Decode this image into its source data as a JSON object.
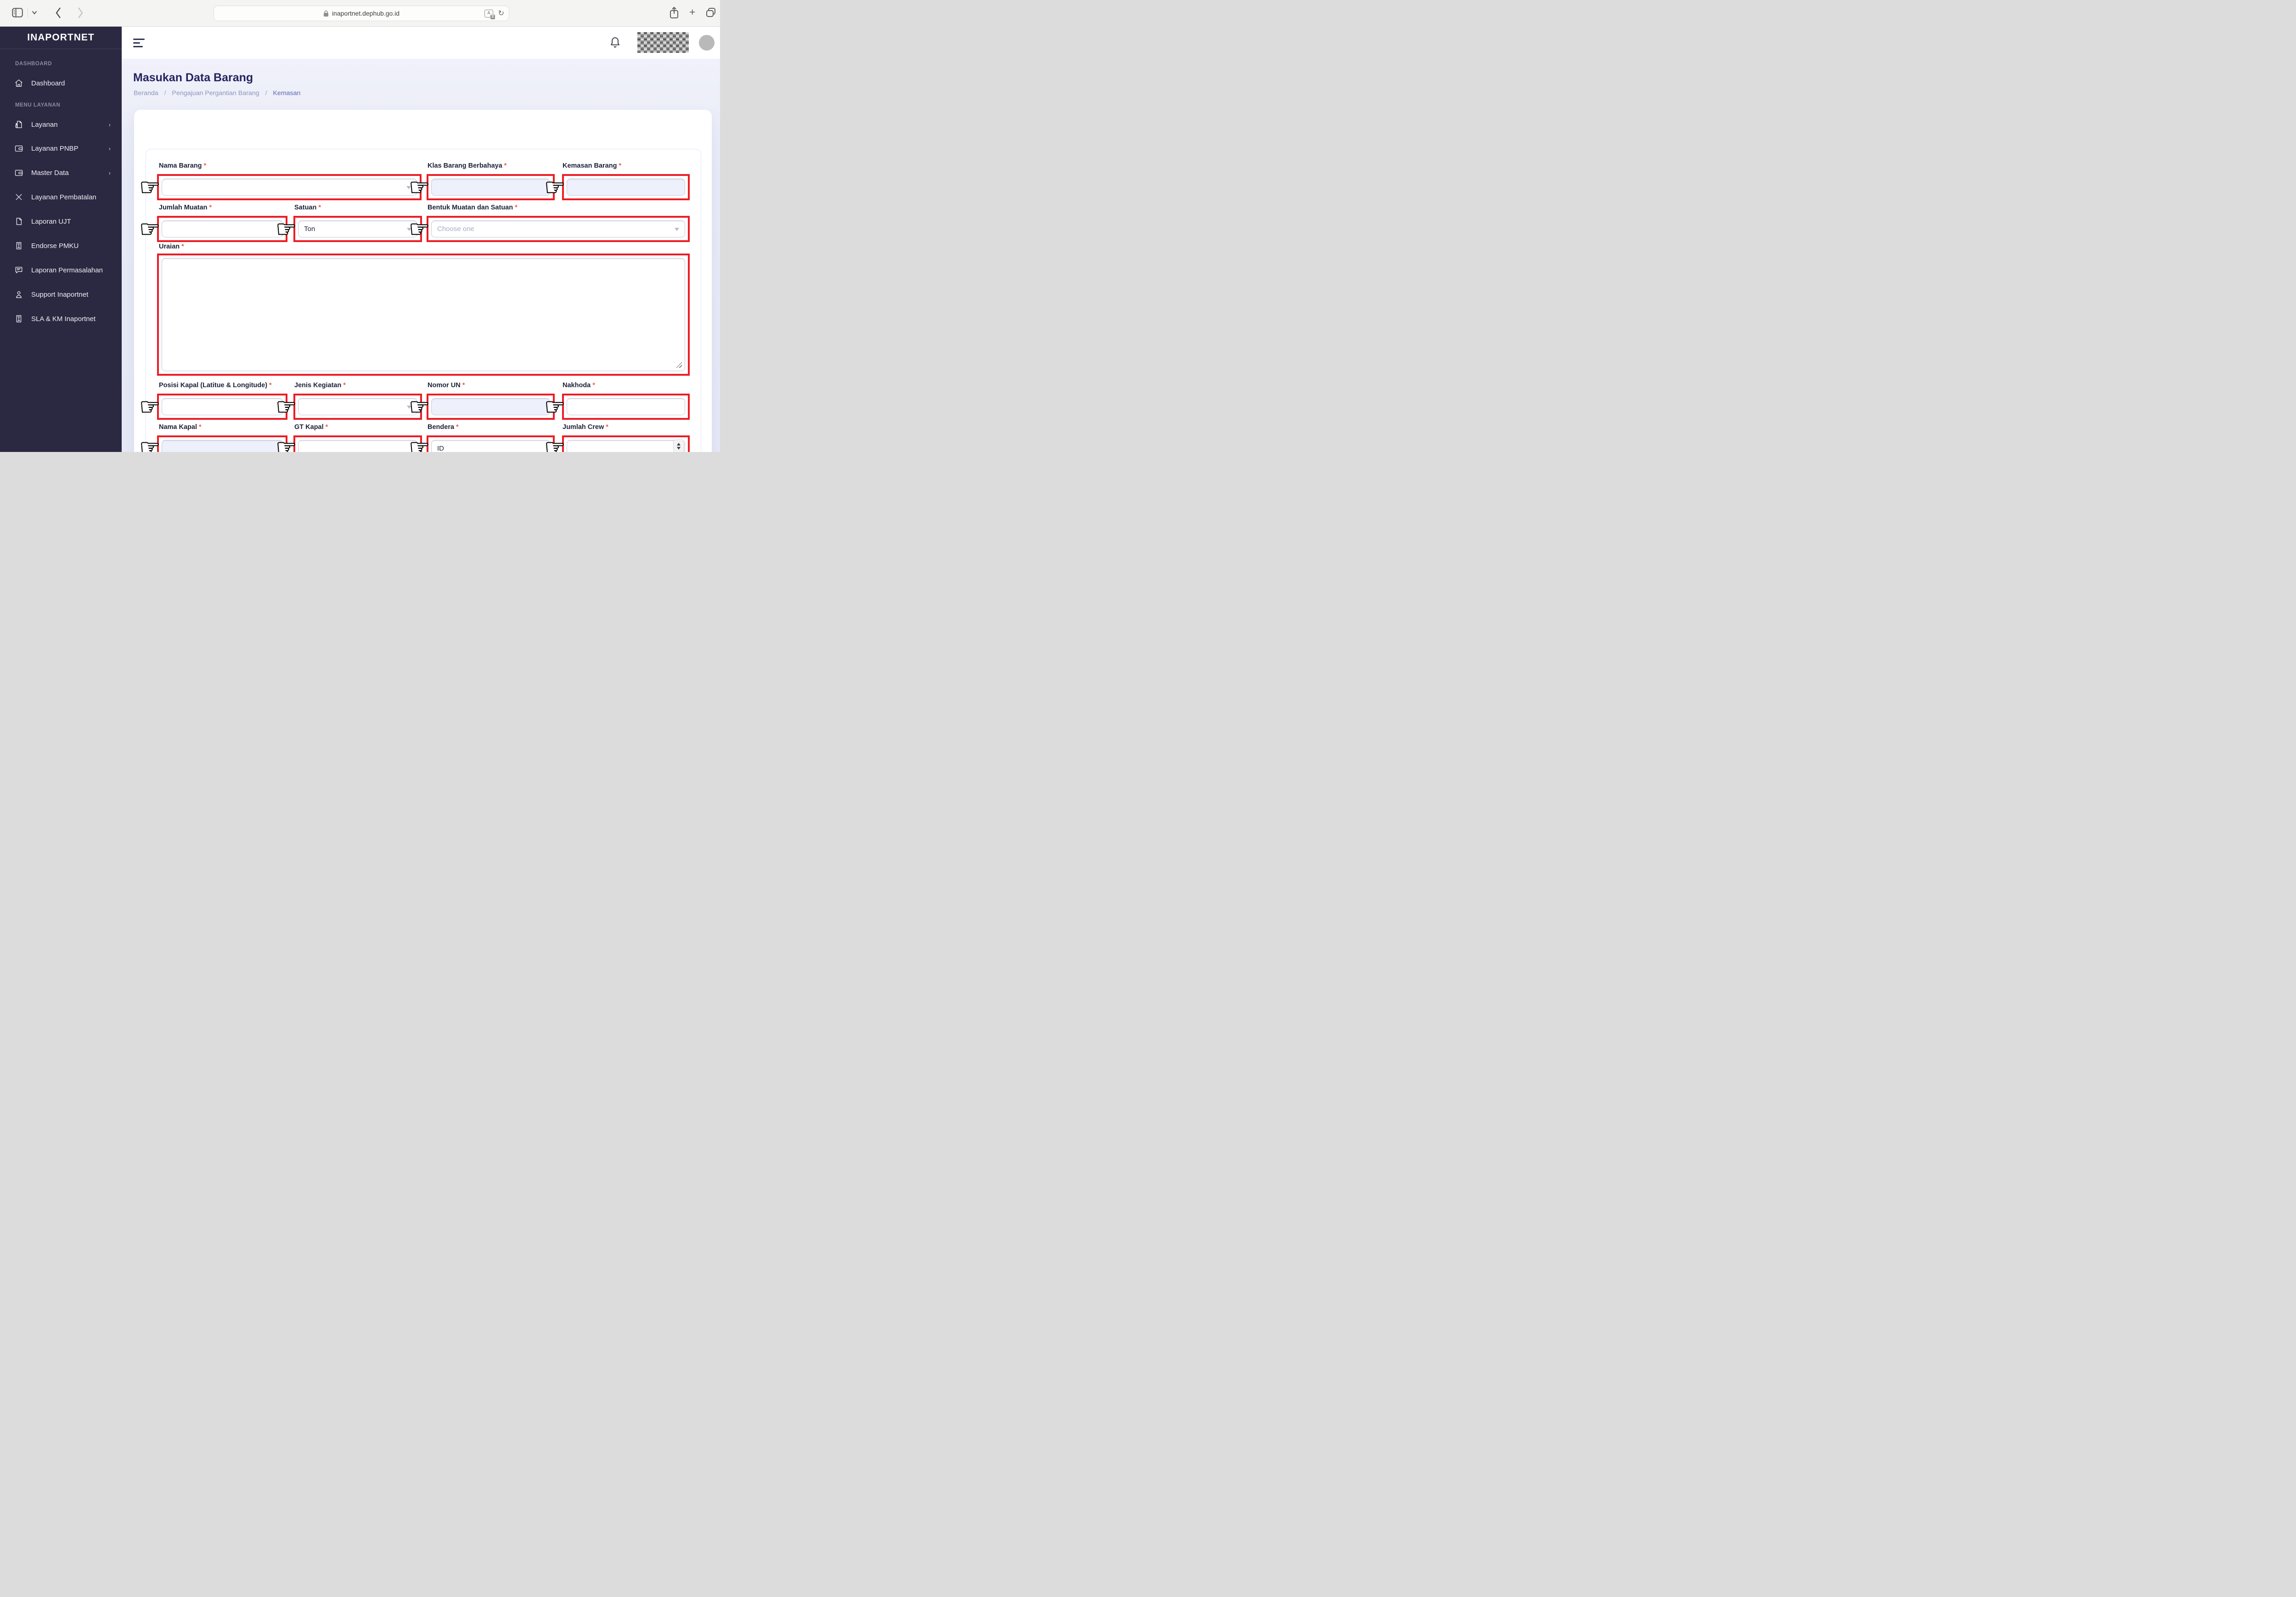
{
  "browser": {
    "url": "inaportnet.dephub.go.id"
  },
  "sidebar": {
    "logo": "INAPORTNET",
    "sections": [
      {
        "header": "DASHBOARD",
        "items": [
          {
            "label": "Dashboard"
          }
        ]
      },
      {
        "header": "MENU LAYANAN",
        "items": [
          {
            "label": "Layanan"
          },
          {
            "label": "Layanan PNBP"
          },
          {
            "label": "Master Data"
          },
          {
            "label": "Layanan Pembatalan"
          },
          {
            "label": "Laporan UJT"
          },
          {
            "label": "Endorse PMKU"
          },
          {
            "label": "Laporan Permasalahan"
          },
          {
            "label": "Support Inaportnet"
          },
          {
            "label": "SLA & KM Inaportnet"
          }
        ]
      }
    ]
  },
  "page": {
    "title": "Masukan Data Barang",
    "breadcrumb": {
      "items": [
        "Beranda",
        "Pengajuan Pergantian Barang",
        "Kemasan"
      ],
      "separator": "/"
    }
  },
  "form": {
    "required_marker": "*",
    "fields": {
      "nama_barang": {
        "label": "Nama Barang",
        "value": ""
      },
      "klas_barang_berbahaya": {
        "label": "Klas Barang Berbahaya",
        "value": ""
      },
      "kemasan_barang": {
        "label": "Kemasan Barang",
        "value": ""
      },
      "jumlah_muatan": {
        "label": "Jumlah Muatan",
        "value": ""
      },
      "satuan": {
        "label": "Satuan",
        "value": "Ton"
      },
      "bentuk_muatan_dan_satuan": {
        "label": "Bentuk Muatan dan Satuan",
        "placeholder": "Choose one"
      },
      "uraian": {
        "label": "Uraian",
        "value": ""
      },
      "posisi_kapal": {
        "label": "Posisi Kapal (Latitue & Longitude)",
        "value": ""
      },
      "jenis_kegiatan": {
        "label": "Jenis Kegiatan",
        "value": ""
      },
      "nomor_un": {
        "label": "Nomor UN",
        "value": ""
      },
      "nakhoda": {
        "label": "Nakhoda",
        "value": ""
      },
      "nama_kapal": {
        "label": "Nama Kapal",
        "value": ""
      },
      "gt_kapal": {
        "label": "GT Kapal",
        "value": ""
      },
      "bendera": {
        "label": "Bendera",
        "value": "ID"
      },
      "jumlah_crew": {
        "label": "Jumlah Crew",
        "value": ""
      }
    }
  },
  "icons": {
    "hand_pointer": "☛"
  },
  "colors": {
    "annotation_red": "#ec1c24",
    "accent_indigo": "#26235f",
    "required_asterisk": "#f4573f",
    "sidebar_bg": "#2b2841"
  }
}
